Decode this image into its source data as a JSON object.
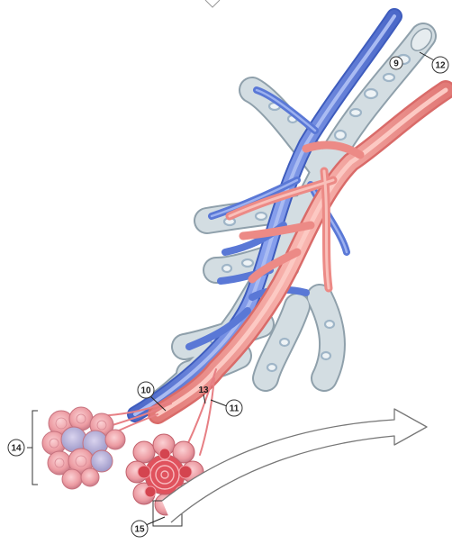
{
  "diagram": {
    "labels": [
      "9",
      "10",
      "11",
      "12",
      "13",
      "14",
      "15"
    ]
  },
  "colors": {
    "vein": "#5a78d6",
    "vein_light": "#8fa6ec",
    "artery": "#ef8a86",
    "artery_light": "#f6b3ad",
    "bronchiole": "#c8d3d9",
    "cartilage": "#a9bfd0",
    "alveoli": "#f2a7ad",
    "arrow_outline": "#777777"
  }
}
